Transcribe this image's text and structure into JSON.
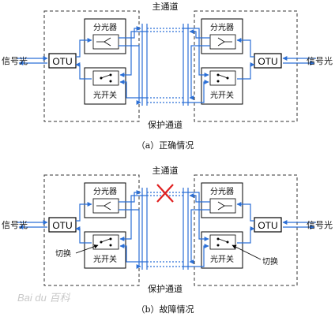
{
  "panel_a": {
    "main_channel": "主通道",
    "protect_channel": "保护通道",
    "caption": "（a）正确情况",
    "left_signal": "信号光",
    "right_signal": "信号光",
    "left_otu": "OTU",
    "right_otu": "OTU",
    "left_splitter": "分光器",
    "right_splitter": "分光器",
    "left_switch": "光开关",
    "right_switch": "光开关"
  },
  "panel_b": {
    "main_channel": "主通道",
    "protect_channel": "保护通道",
    "caption": "（b）故障情况",
    "left_signal": "信号光",
    "right_signal": "信号光",
    "left_otu": "OTU",
    "right_otu": "OTU",
    "left_splitter": "分光器",
    "right_splitter": "分光器",
    "left_switch": "光开关",
    "right_switch": "光开关",
    "left_switch_note": "切换",
    "right_switch_note": "切换",
    "fault_mark_color": "#e02020"
  },
  "watermark": "Bai du 百科",
  "colors": {
    "fiber": "#2b6fd6",
    "box": "#000000",
    "dashed": "#333333"
  }
}
